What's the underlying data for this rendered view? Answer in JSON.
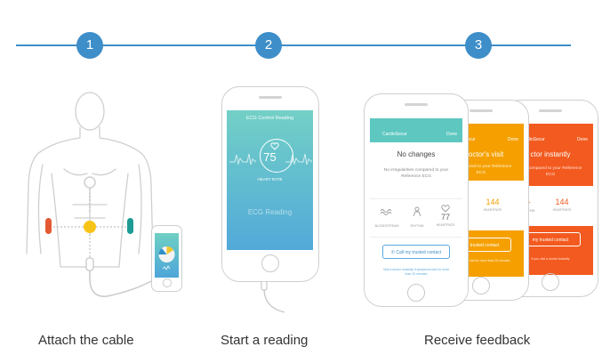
{
  "steps": [
    {
      "number": "1",
      "caption": "Attach the cable"
    },
    {
      "number": "2",
      "caption": "Start a reading"
    },
    {
      "number": "3",
      "caption": "Receive feedback"
    }
  ],
  "colors": {
    "step_blue": "#3d8ec9",
    "teal": "#5ec7c0",
    "orange": "#f5a000",
    "red_orange": "#f35a1f"
  },
  "reading_screen": {
    "title": "ECG Control Reading",
    "bpm": "75",
    "heart_rate_label": "HEART RATE",
    "watermark": "ECG Reading",
    "icon": "heart-icon"
  },
  "feedback_front": {
    "app_name": "CardioSecur",
    "done": "Done",
    "title": "No changes",
    "description": "No irregularities compared to your Reference ECG",
    "metrics": [
      {
        "icon": "wave-icon",
        "value": "",
        "label": "BLOODSTREAM"
      },
      {
        "icon": "person-icon",
        "value": "",
        "label": "RHYTHM"
      },
      {
        "icon": "heart-icon",
        "value": "77",
        "label": "HEARTRATE"
      }
    ],
    "button": "Call my trusted contact",
    "note": "Visit a doctor instantly if symptoms last for more than 20 minutes"
  },
  "feedback_middle": {
    "app_name": "CardioSecur",
    "done": "Done",
    "title": "a doctor's visit",
    "description": "ies compared to your Reference ECG",
    "metrics": [
      {
        "icon": "person-icon",
        "value": "",
        "label": "RHYTHM"
      },
      {
        "icon": "heart-icon",
        "value": "144",
        "label": "HEARTRATE"
      }
    ],
    "button": "my trusted contact",
    "note": "if symptoms last for more than 20 minutes"
  },
  "feedback_back": {
    "app_name": "CardioSecur",
    "done": "Done",
    "title": "ctor instantly",
    "description": "ities compared to your Reference ECG",
    "metrics": [
      {
        "icon": "person-icon",
        "value": "",
        "label": "RHYTHM"
      },
      {
        "icon": "heart-icon",
        "value": "144",
        "label": "HEARTRATE"
      }
    ],
    "button": "my trusted contact",
    "note": "If you visit a doctor instantly"
  }
}
